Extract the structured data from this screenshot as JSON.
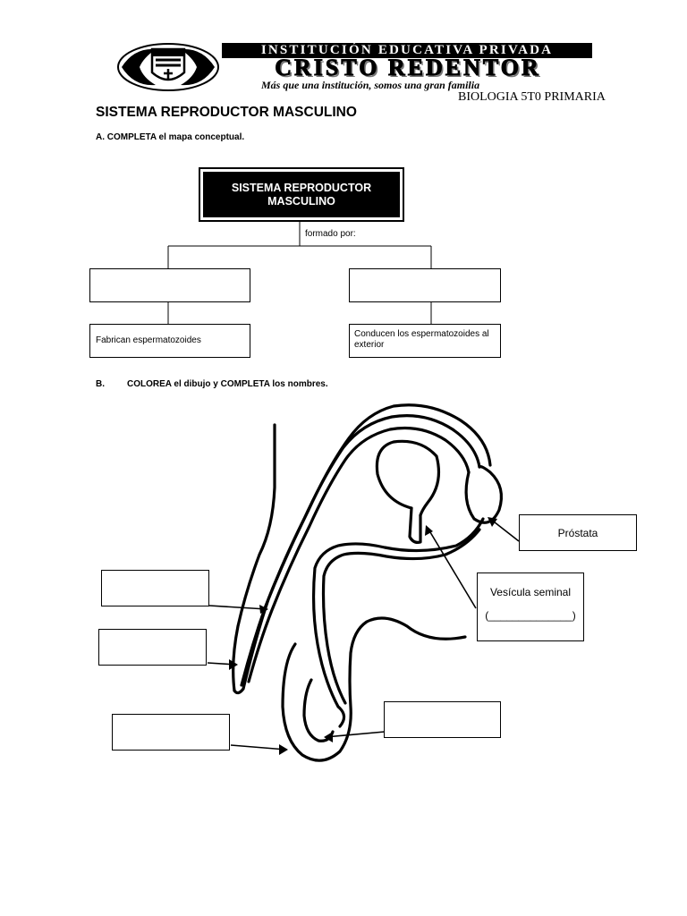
{
  "header": {
    "school_line1": "INSTITUCIÓN EDUCATIVA PRIVADA",
    "school_name": "CRISTO REDENTOR",
    "motto": "Más que una institución, somos una gran familia",
    "grade": "BIOLOGIA 5T0 PRIMARIA"
  },
  "title": "SISTEMA REPRODUCTOR MASCULINO",
  "section_a": {
    "instruction": "A.  COMPLETA el mapa conceptual.",
    "root": "SISTEMA REPRODUCTOR MASCULINO",
    "connector": "formado por:",
    "left_answer": "",
    "right_answer": "",
    "left_description": "Fabrican espermatozoides",
    "right_description": "Conducen los espermatozoides al exterior"
  },
  "section_b": {
    "instruction_letter": "B.",
    "instruction": "COLOREA el dibujo y COMPLETA los nombres.",
    "labels": {
      "prostate": "Próstata",
      "seminal_vesicle": "Vesícula seminal",
      "seminal_vesicle_blank": "(______________)",
      "blank_1": "",
      "blank_2": "",
      "blank_3": "",
      "blank_4": ""
    }
  }
}
